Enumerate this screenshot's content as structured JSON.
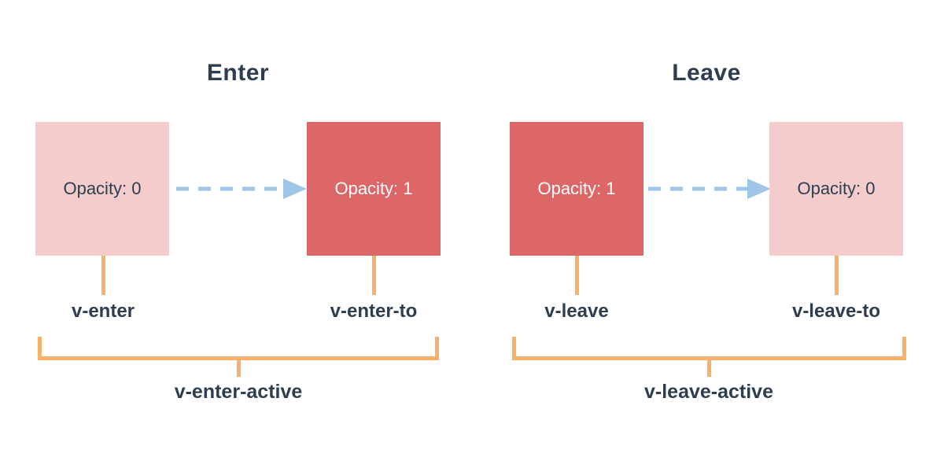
{
  "colors": {
    "background": "#ffffff",
    "navy": "#2c3e50",
    "pink": "#f4cccc",
    "red": "#dd6666",
    "blue": "#9fc5e8",
    "orange": "#f6b26b",
    "box-text-light": "#ffffff"
  },
  "diagram": {
    "subject": "transition classes timeline",
    "panels": [
      {
        "title": "Enter",
        "start_box": {
          "label": "Opacity: 0",
          "state": "transparent"
        },
        "end_box": {
          "label": "Opacity: 1",
          "state": "opaque"
        },
        "start_class_label": "v-enter",
        "end_class_label": "v-enter-to",
        "active_class_label": "v-enter-active"
      },
      {
        "title": "Leave",
        "start_box": {
          "label": "Opacity: 1",
          "state": "opaque"
        },
        "end_box": {
          "label": "Opacity: 0",
          "state": "transparent"
        },
        "start_class_label": "v-leave",
        "end_class_label": "v-leave-to",
        "active_class_label": "v-leave-active"
      }
    ]
  }
}
